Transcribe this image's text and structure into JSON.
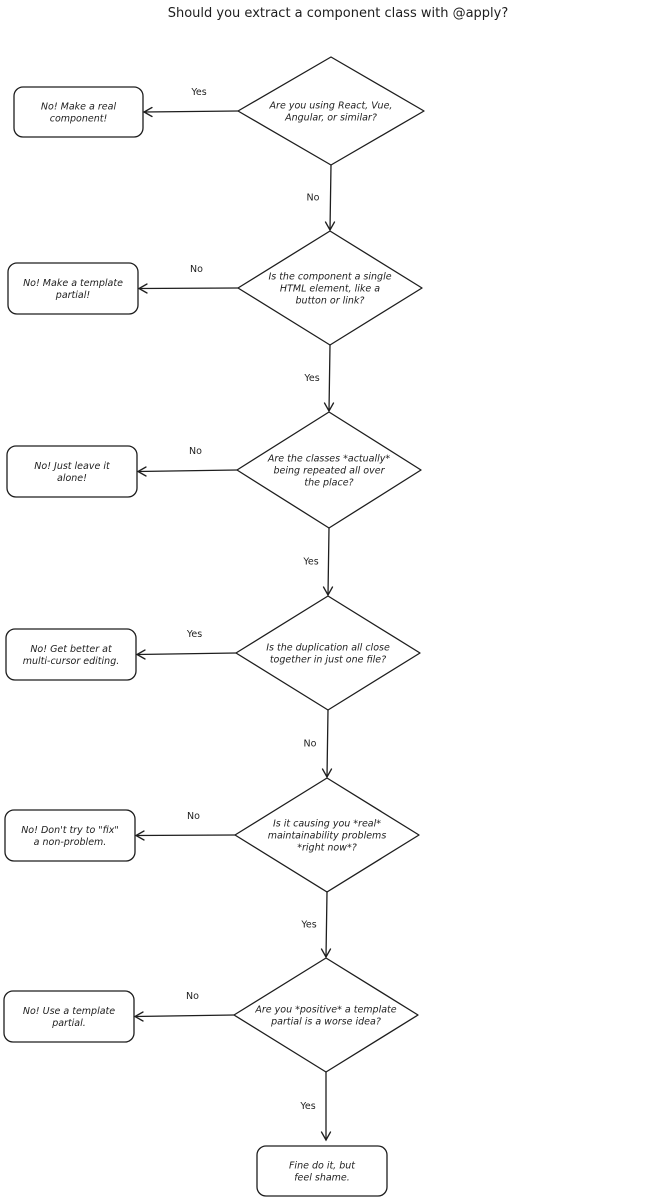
{
  "title": "Should you extract a component class with @apply?",
  "decisions": [
    {
      "id": "q1",
      "lines": [
        "Are you using React, Vue,",
        "Angular, or similar?"
      ]
    },
    {
      "id": "q2",
      "lines": [
        "Is the component a single",
        "HTML element, like a",
        "button or link?"
      ]
    },
    {
      "id": "q3",
      "lines": [
        "Are the classes *actually*",
        "being repeated all over",
        "the place?"
      ]
    },
    {
      "id": "q4",
      "lines": [
        "Is the duplication all close",
        "together in just one file?"
      ]
    },
    {
      "id": "q5",
      "lines": [
        "Is it causing you *real*",
        "maintainability problems",
        "*right now*?"
      ]
    },
    {
      "id": "q6",
      "lines": [
        "Are you *positive* a template",
        "partial is a worse idea?"
      ]
    }
  ],
  "outcomes": [
    {
      "id": "o1",
      "lines": [
        "No! Make a real",
        "component!"
      ]
    },
    {
      "id": "o2",
      "lines": [
        "No! Make a template",
        "partial!"
      ]
    },
    {
      "id": "o3",
      "lines": [
        "No! Just leave it",
        "alone!"
      ]
    },
    {
      "id": "o4",
      "lines": [
        "No! Get better at",
        "multi-cursor editing."
      ]
    },
    {
      "id": "o5",
      "lines": [
        "No! Don't try to \"fix\"",
        "a non-problem."
      ]
    },
    {
      "id": "o6",
      "lines": [
        "No! Use a template",
        "partial."
      ]
    },
    {
      "id": "final",
      "lines": [
        "Fine do it, but",
        "feel shame."
      ]
    }
  ],
  "edges": [
    {
      "from": "q1",
      "to": "o1",
      "label": "Yes"
    },
    {
      "from": "q1",
      "to": "q2",
      "label": "No"
    },
    {
      "from": "q2",
      "to": "o2",
      "label": "No"
    },
    {
      "from": "q2",
      "to": "q3",
      "label": "Yes"
    },
    {
      "from": "q3",
      "to": "o3",
      "label": "No"
    },
    {
      "from": "q3",
      "to": "q4",
      "label": "Yes"
    },
    {
      "from": "q4",
      "to": "o4",
      "label": "Yes"
    },
    {
      "from": "q4",
      "to": "q5",
      "label": "No"
    },
    {
      "from": "q5",
      "to": "o5",
      "label": "No"
    },
    {
      "from": "q5",
      "to": "q6",
      "label": "Yes"
    },
    {
      "from": "q6",
      "to": "o6",
      "label": "No"
    },
    {
      "from": "q6",
      "to": "final",
      "label": "Yes"
    }
  ]
}
